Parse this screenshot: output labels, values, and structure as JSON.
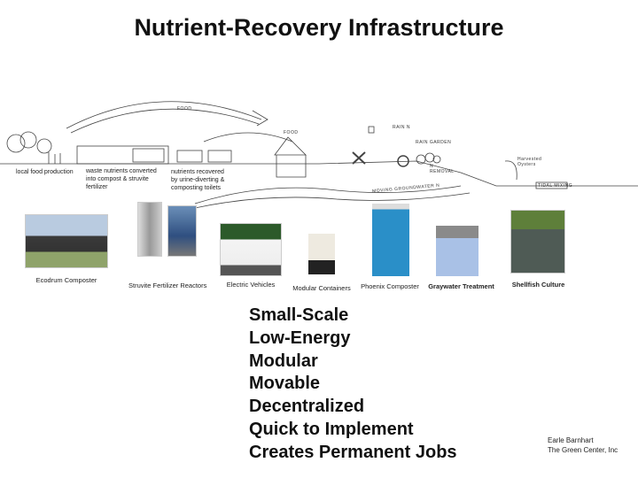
{
  "title": "Nutrient-Recovery Infrastructure",
  "diagram": {
    "food_arrow": "FOOD",
    "food_small": "FOOD",
    "local_food": "local food production",
    "waste_nutrients": "waste nutrients converted into compost & struvite  fertilizer",
    "nutrients_recovered": "nutrients recovered by urine-diverting & composting toilets",
    "rain_n": "RAIN N",
    "rain_garden": "RAIN GARDEN",
    "n_removal": "N REMOVAL",
    "groundwater": "MOVING GROUNDWATER N",
    "harvested_oysters": "Harvested Oysters",
    "tidal_mixing": "TIDAL MIXING"
  },
  "photos": [
    {
      "caption": "Ecodrum Composter"
    },
    {
      "caption": "Struvite Fertilizer Reactors"
    },
    {
      "caption": "Electric Vehicles"
    },
    {
      "caption": "Modular Containers"
    },
    {
      "caption": "Phoenix Composter"
    },
    {
      "caption": "Graywater Treatment"
    },
    {
      "caption": "Shellfish Culture"
    }
  ],
  "bullets": [
    "Small-Scale",
    "Low-Energy",
    "Modular",
    "Movable",
    "Decentralized",
    "Quick to Implement",
    "Creates Permanent Jobs"
  ],
  "credit": {
    "name": "Earle Barnhart",
    "org": "The Green Center, Inc"
  }
}
